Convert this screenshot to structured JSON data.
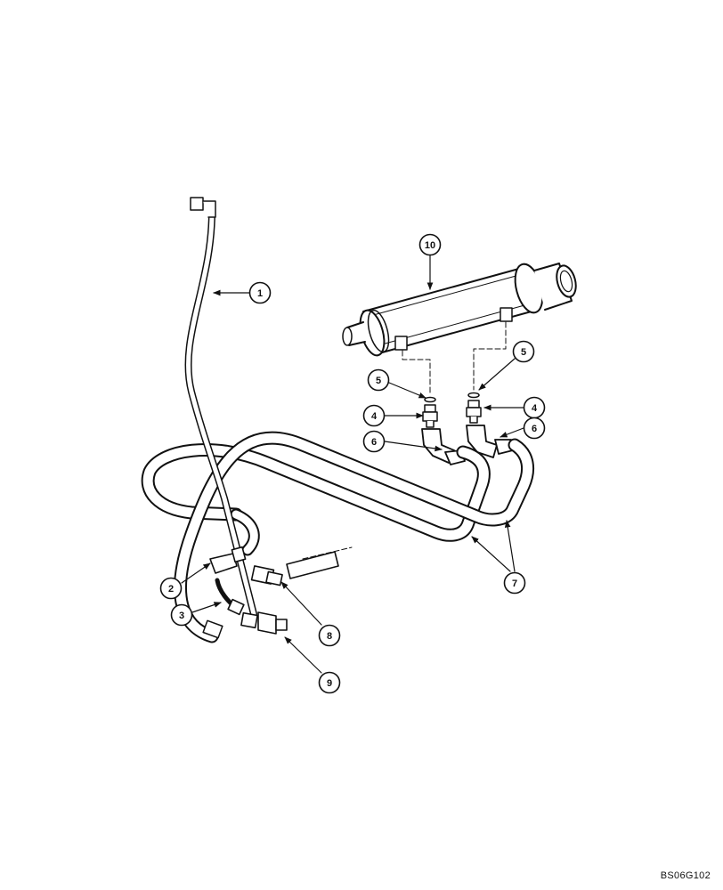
{
  "callouts": {
    "c1": "1",
    "c2": "2",
    "c3": "3",
    "c4_left": "4",
    "c4_right": "4",
    "c5_left": "5",
    "c5_right": "5",
    "c6_left": "6",
    "c6_right": "6",
    "c7": "7",
    "c8": "8",
    "c9": "9",
    "c10": "10"
  },
  "figure_code": "BS06G102",
  "colors": {
    "line": "#111111",
    "background": "#ffffff"
  }
}
